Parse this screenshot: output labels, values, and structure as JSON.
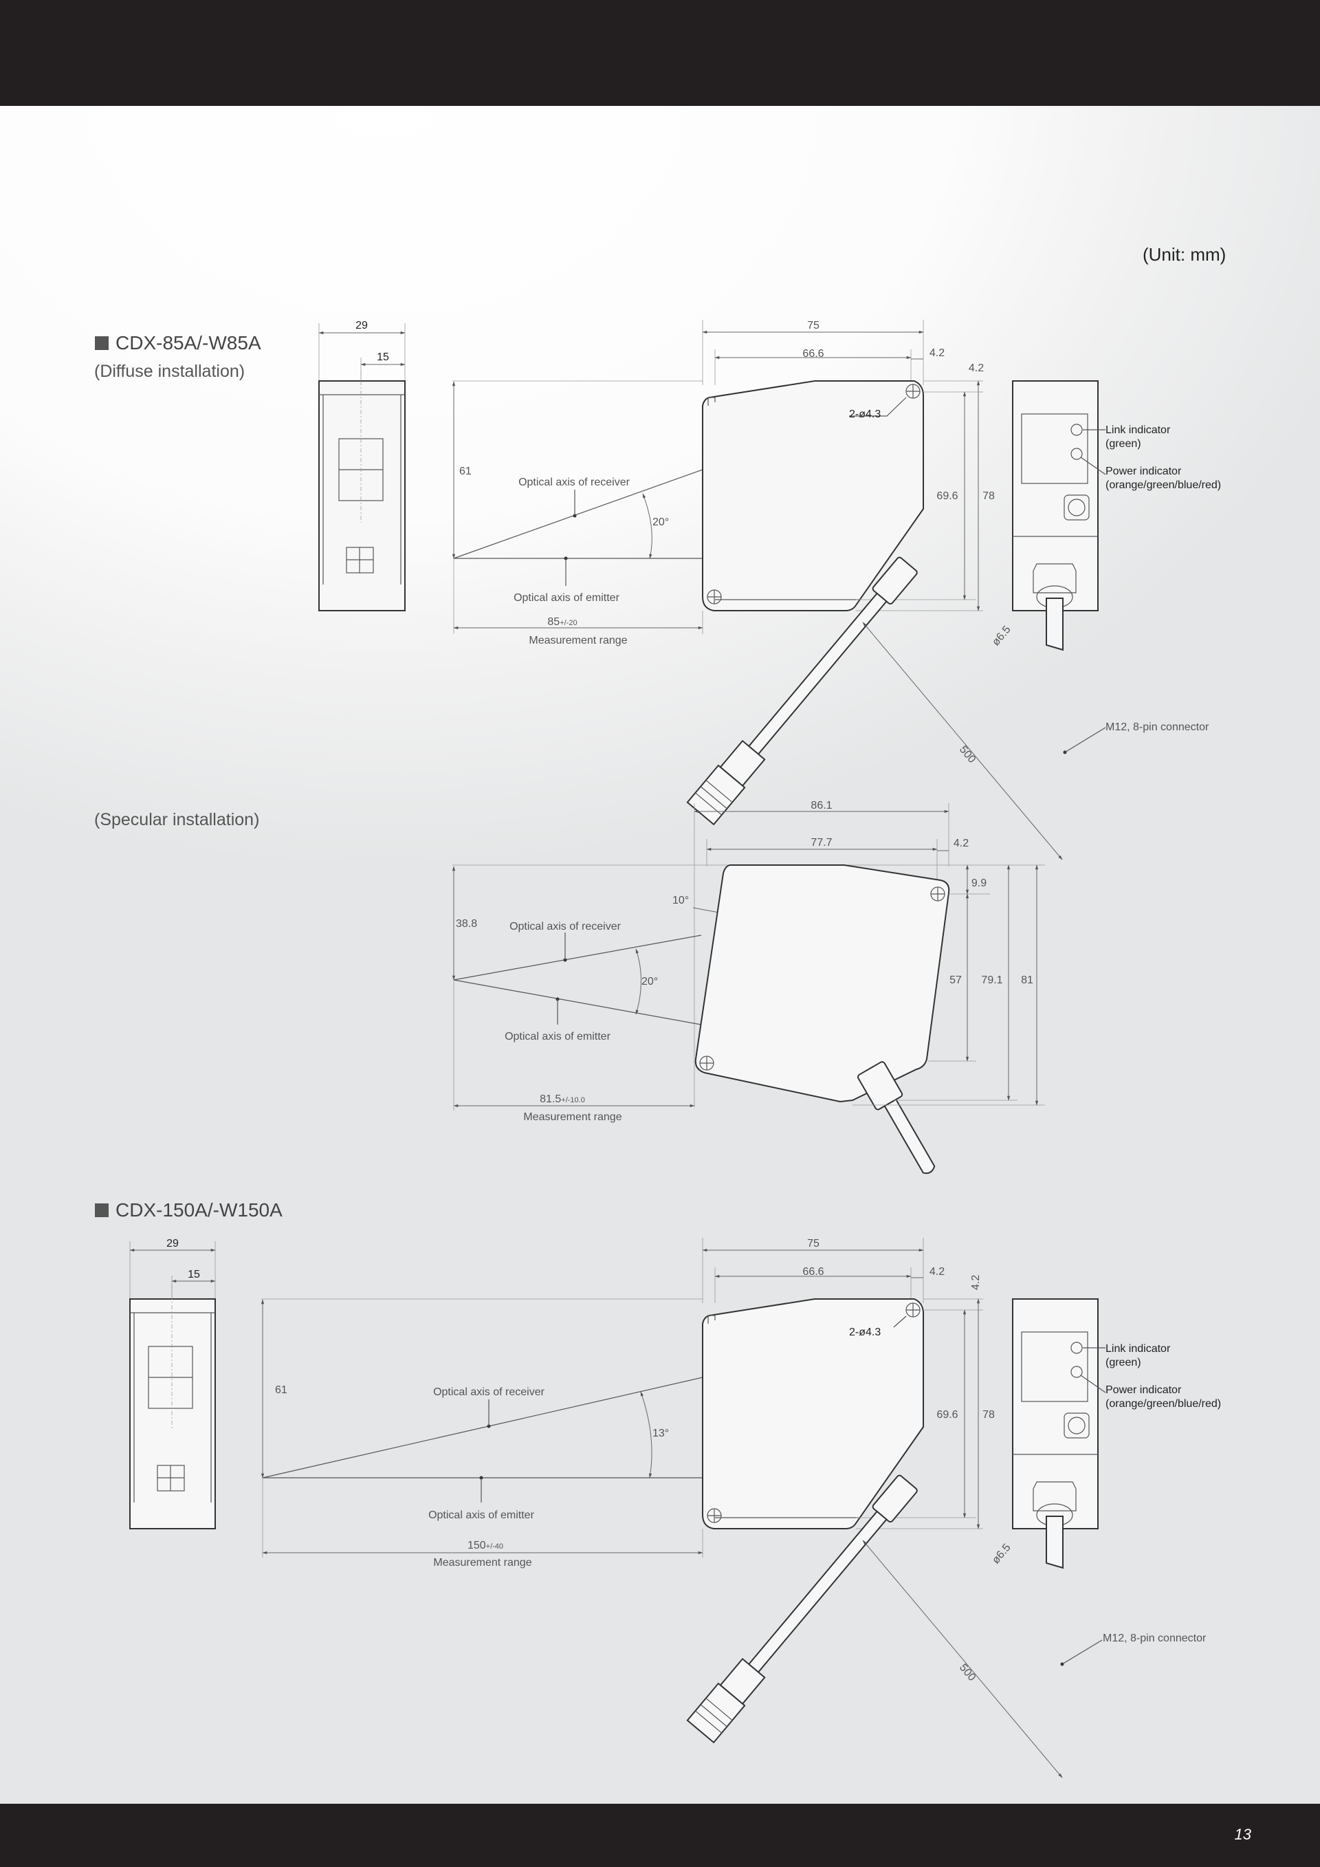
{
  "unit_label": "(Unit: mm)",
  "page_number": "13",
  "section1": {
    "title": "CDX-85A/-W85A",
    "diffuse_label": "(Diffuse installation)",
    "specular_label": "(Specular installation)",
    "diffuse": {
      "width_29": "29",
      "width_15": "15",
      "d75": "75",
      "d66_6": "66.6",
      "d4_2a": "4.2",
      "d4_2b": "4.2",
      "holes": "2-ø4.3",
      "h61": "61",
      "h69_6": "69.6",
      "h78": "78",
      "angle": "20°",
      "rx_axis": "Optical axis of receiver",
      "tx_axis": "Optical axis of emitter",
      "range_value": "85",
      "range_tol": "+/-20",
      "range_label": "Measurement range",
      "cable_dia": "ø6.5",
      "cable_len": "500",
      "connector": "M12, 8-pin connector",
      "link_ind": "Link indicator",
      "link_color": "(green)",
      "power_ind": "Power indicator",
      "power_color": "(orange/green/blue/red)"
    },
    "specular": {
      "d86_1": "86.1",
      "d77_7": "77.7",
      "d4_2": "4.2",
      "d9_9": "9.9",
      "tilt": "10°",
      "h38_8": "38.8",
      "angle": "20°",
      "h57": "57",
      "h79_1": "79.1",
      "h81": "81",
      "rx_axis": "Optical axis of receiver",
      "tx_axis": "Optical axis of emitter",
      "range_value": "81.5",
      "range_tol": "+/-10.0",
      "range_label": "Measurement range"
    }
  },
  "section2": {
    "title": "CDX-150A/-W150A",
    "width_29": "29",
    "width_15": "15",
    "d75": "75",
    "d66_6": "66.6",
    "d4_2a": "4.2",
    "d4_2b": "4.2",
    "holes": "2-ø4.3",
    "h61": "61",
    "h69_6": "69.6",
    "h78": "78",
    "angle": "13°",
    "rx_axis": "Optical axis of receiver",
    "tx_axis": "Optical axis of emitter",
    "range_value": "150",
    "range_tol": "+/-40",
    "range_label": "Measurement range",
    "cable_dia": "ø6.5",
    "cable_len": "500",
    "connector": "M12, 8-pin connector",
    "link_ind": "Link indicator",
    "link_color": "(green)",
    "power_ind": "Power indicator",
    "power_color": "(orange/green/blue/red)"
  }
}
